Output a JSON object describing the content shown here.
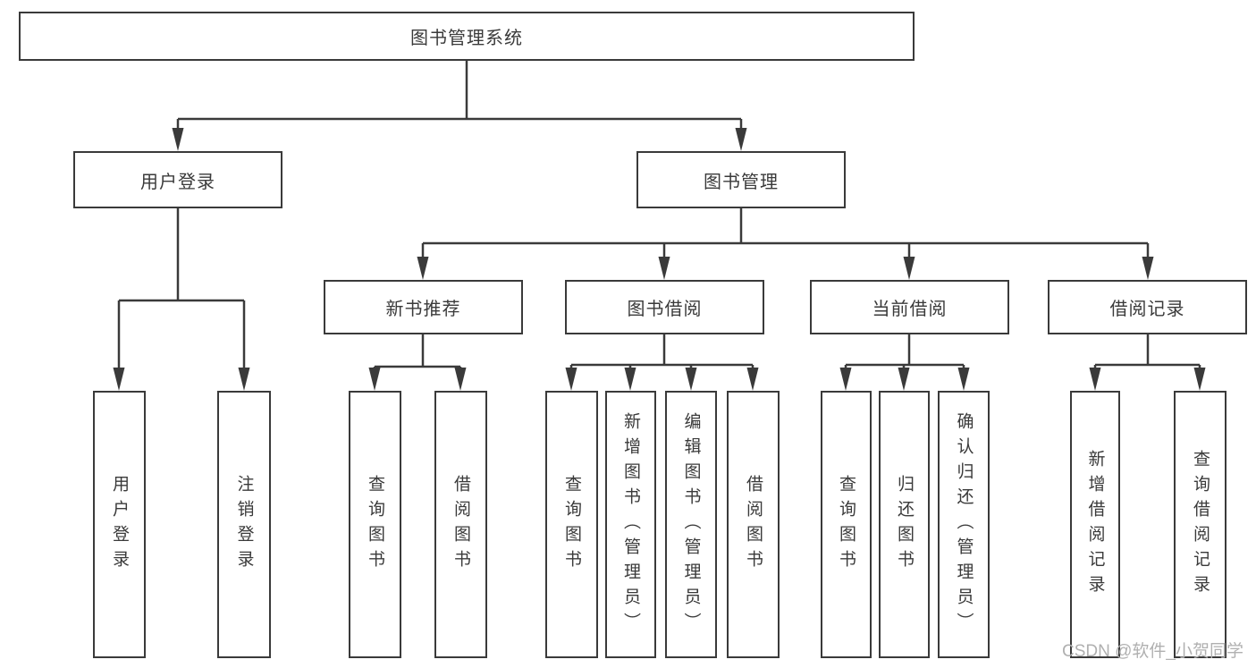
{
  "diagram": {
    "type": "hierarchy-tree",
    "title": "图书管理系统",
    "colors": {
      "line": "#3a3a3a",
      "box_border": "#3a3a3a",
      "text": "#3a3a3a",
      "background": "#ffffff",
      "watermark": "#b0b0b0"
    },
    "root": {
      "label": "图书管理系统"
    },
    "level2": [
      {
        "label": "用户登录",
        "parent": "图书管理系统"
      },
      {
        "label": "图书管理",
        "parent": "图书管理系统"
      }
    ],
    "level3": [
      {
        "label": "新书推荐",
        "parent": "图书管理"
      },
      {
        "label": "图书借阅",
        "parent": "图书管理"
      },
      {
        "label": "当前借阅",
        "parent": "图书管理"
      },
      {
        "label": "借阅记录",
        "parent": "图书管理"
      }
    ],
    "leaves": [
      {
        "label": "用户登录",
        "parent": "用户登录"
      },
      {
        "label": "注销登录",
        "parent": "用户登录"
      },
      {
        "label": "查询图书",
        "parent": "新书推荐"
      },
      {
        "label": "借阅图书",
        "parent": "新书推荐"
      },
      {
        "label": "查询图书",
        "parent": "图书借阅"
      },
      {
        "label": "新增图书（管理员）",
        "parent": "图书借阅"
      },
      {
        "label": "编辑图书（管理员）",
        "parent": "图书借阅"
      },
      {
        "label": "借阅图书",
        "parent": "图书借阅"
      },
      {
        "label": "查询图书",
        "parent": "当前借阅"
      },
      {
        "label": "归还图书",
        "parent": "当前借阅"
      },
      {
        "label": "确认归还（管理员）",
        "parent": "当前借阅"
      },
      {
        "label": "新增借阅记录",
        "parent": "借阅记录"
      },
      {
        "label": "查询借阅记录",
        "parent": "借阅记录"
      }
    ],
    "watermark": "CSDN @软件_小贺同学"
  }
}
